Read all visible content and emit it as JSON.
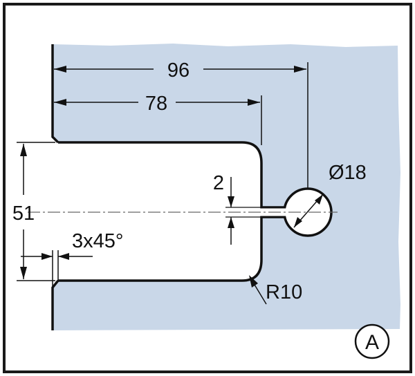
{
  "drawing": {
    "dim_overall_depth": "96",
    "dim_cutout_depth": "78",
    "dim_cutout_height": "51",
    "dim_slot_width": "2",
    "dim_hole_diameter": "Ø18",
    "dim_chamfer": "3x45°",
    "dim_corner_radius": "R10",
    "view_label": "A"
  },
  "colors": {
    "glass_fill": "#c9d7e8",
    "line": "#111111",
    "border": "#1a1a1a",
    "background": "#ffffff"
  }
}
